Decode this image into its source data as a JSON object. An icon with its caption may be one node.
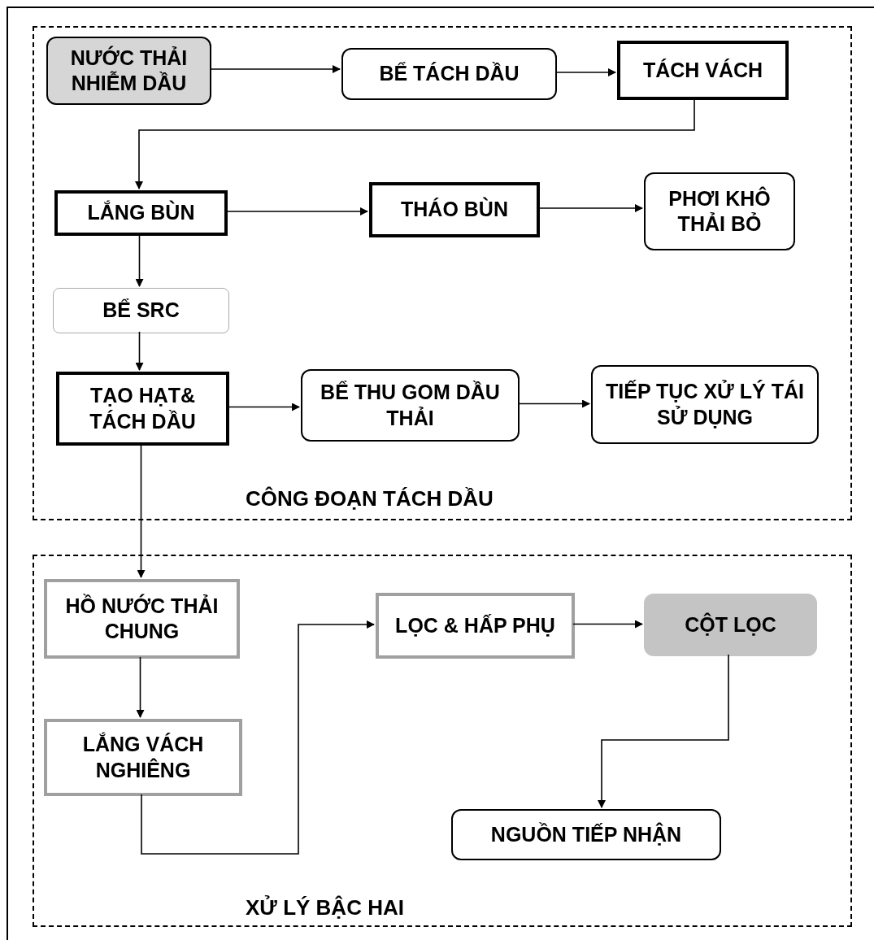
{
  "diagram": {
    "nodes": [
      {
        "text": [
          "CÔNG ĐOẠN TÁCH DẦU"
        ]
      },
      {
        "text": [
          "NƯỚC THẢI NHIỄM DẦU"
        ],
        "in": 0
      },
      {
        "text": [
          "BỂ TÁCH DẦU"
        ],
        "in": 0
      },
      {
        "text": [
          "TÁCH VÁCH"
        ],
        "in": 0
      },
      {
        "text": [
          "LẮNG BÙN"
        ],
        "in": 0
      },
      {
        "text": [
          "THÁO BÙN"
        ],
        "in": 0
      },
      {
        "text": [
          "PHƠI KHÔ THẢI BỎ"
        ],
        "in": 0
      },
      {
        "text": [
          "BỂ SRC"
        ],
        "in": 0
      },
      {
        "text": [
          "TẠO HẠT& TÁCH DẦU"
        ],
        "in": 0
      },
      {
        "text": [
          "BỂ THU GOM DẦU THẢI"
        ],
        "in": 0
      },
      {
        "text": [
          "TIẾP TỤC XỬ LÝ TÁI SỬ DỤNG"
        ],
        "in": 0
      },
      {
        "text": [
          "XỬ LÝ BẬC HAI"
        ]
      },
      {
        "text": [
          "HỒ NƯỚC THẢI CHUNG"
        ],
        "in": 11
      },
      {
        "text": [
          "LẮNG VÁCH NGHIÊNG"
        ],
        "in": 11
      },
      {
        "text": [
          "LỌC & HẤP PHỤ"
        ],
        "in": 11
      },
      {
        "text": [
          "CỘT LỌC"
        ],
        "in": 11
      },
      {
        "text": [
          "NGUỒN TIẾP NHẬN"
        ],
        "in": 11
      }
    ],
    "edges": [
      {
        "from": 1,
        "to": 2,
        "arrow": "to"
      },
      {
        "from": 2,
        "to": 3,
        "arrow": "to"
      },
      {
        "from": 3,
        "to": 4,
        "arrow": "to"
      },
      {
        "from": 4,
        "to": 5,
        "arrow": "to"
      },
      {
        "from": 5,
        "to": 6,
        "arrow": "to"
      },
      {
        "from": 4,
        "to": 7,
        "arrow": "to"
      },
      {
        "from": 7,
        "to": 8,
        "arrow": "to"
      },
      {
        "from": 8,
        "to": 9,
        "arrow": "to"
      },
      {
        "from": 9,
        "to": 10,
        "arrow": "to"
      },
      {
        "from": 8,
        "to": 12,
        "arrow": "to"
      },
      {
        "from": 12,
        "to": 13,
        "arrow": "to"
      },
      {
        "from": 13,
        "to": 14,
        "arrow": "to"
      },
      {
        "from": 14,
        "to": 15,
        "arrow": "to"
      },
      {
        "from": 15,
        "to": 16,
        "arrow": "to"
      }
    ]
  }
}
